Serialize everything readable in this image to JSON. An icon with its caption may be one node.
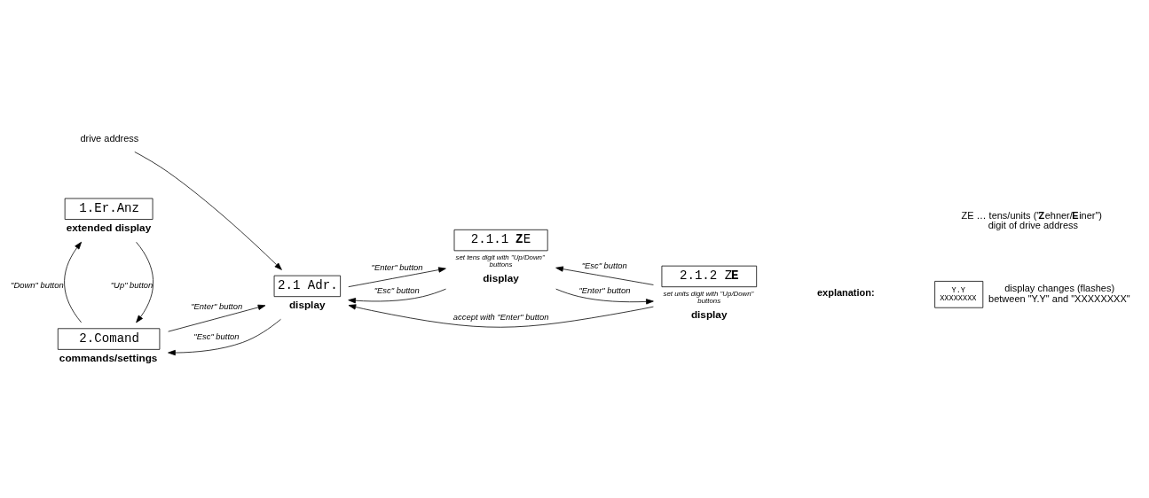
{
  "diagram": {
    "nodes": [
      {
        "text": [
          "2.Comand"
        ],
        "beside": [
          "commands/settings"
        ]
      },
      {
        "text": [
          "2.1 Adr."
        ],
        "beside": [
          "display"
        ]
      },
      {
        "text": [
          "2.1.1 **Z**E"
        ],
        "beside": [
          "set tens digit with \"Up/Down\" buttons",
          "display"
        ]
      },
      {
        "text": [
          "2.1.2 Z**E**"
        ],
        "beside": [
          "set units digit with \"Up/Down\" buttons",
          "display"
        ]
      },
      {
        "text": [
          "1.Er.Anz"
        ],
        "beside": [
          "extended display"
        ]
      },
      {
        "text": [
          "drive address"
        ]
      },
      {
        "text": [
          "Y.Y",
          "XXXXXXXX"
        ],
        "beside": [
          "display changes (flashes) between \"Y.Y\" and \"XXXXXXXX\""
        ]
      }
    ],
    "edges": [
      {
        "from": 0,
        "to": 1,
        "arrow": "to",
        "label": "\"Enter\" button"
      },
      {
        "from": 1,
        "to": 0,
        "arrow": "to",
        "label": "\"Esc\" button"
      },
      {
        "from": 1,
        "to": 2,
        "arrow": "to",
        "label": "\"Enter\" button"
      },
      {
        "from": 2,
        "to": 1,
        "arrow": "to",
        "label": "\"Esc\" button"
      },
      {
        "from": 2,
        "to": 3,
        "arrow": "to",
        "label": "\"Enter\" button"
      },
      {
        "from": 3,
        "to": 2,
        "arrow": "to",
        "label": "\"Esc\" button"
      },
      {
        "from": 3,
        "to": 1,
        "arrow": "to",
        "label": "accept with \"Enter\" button"
      },
      {
        "from": 4,
        "to": 0,
        "arrow": "to",
        "label": "\"Up\" button"
      },
      {
        "from": 0,
        "to": 4,
        "arrow": "to",
        "label": "\"Down\" button"
      },
      {
        "from": 5,
        "to": 1,
        "arrow": "to"
      }
    ],
    "labels": [
      "explanation:",
      "ZE … tens/units (\"**Z**ehner/**E**iner\") digit of drive address"
    ]
  }
}
